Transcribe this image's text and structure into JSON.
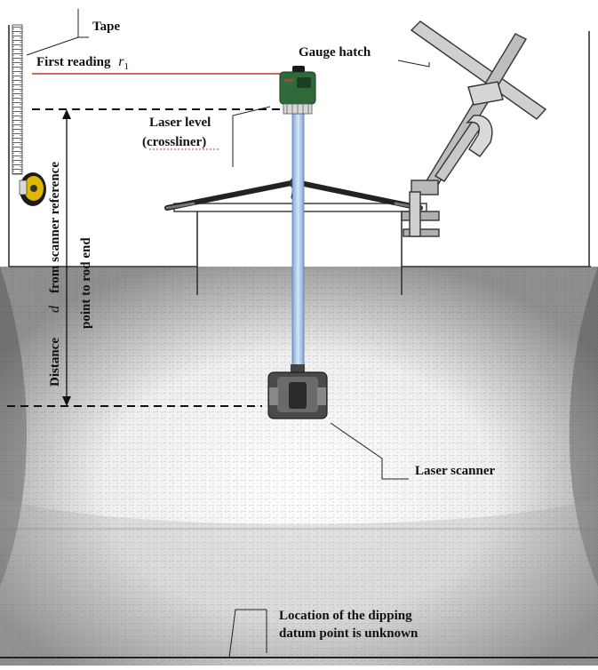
{
  "labels": {
    "tape": "Tape",
    "first_reading": "First reading",
    "first_reading_symbol": "r",
    "first_reading_subscript": "1",
    "gauge_hatch": "Gauge hatch",
    "laser_level_line1": "Laser level",
    "laser_level_line2": "(crossliner)",
    "distance_line1": "Distance",
    "distance_symbol": "d",
    "distance_line2": "from scanner reference",
    "distance_line3": "point to rod end",
    "laser_scanner": "Laser scanner",
    "datum_line1": "Location of the dipping",
    "datum_line2": "datum point is unknown"
  },
  "colors": {
    "first_reading_line": "#c0392b",
    "rod": "#a9c7ea",
    "laser_level_body": "#2f6b3a",
    "tape_case": "#e0b800",
    "tank_wall_texture": "#7a7a7a"
  },
  "icons": {
    "tape_measure": "tape-measure-icon",
    "laser_level": "laser-level-icon",
    "laser_scanner": "laser-scanner-icon",
    "tripod": "tripod-icon",
    "gauge_hatch": "gauge-hatch-icon"
  }
}
